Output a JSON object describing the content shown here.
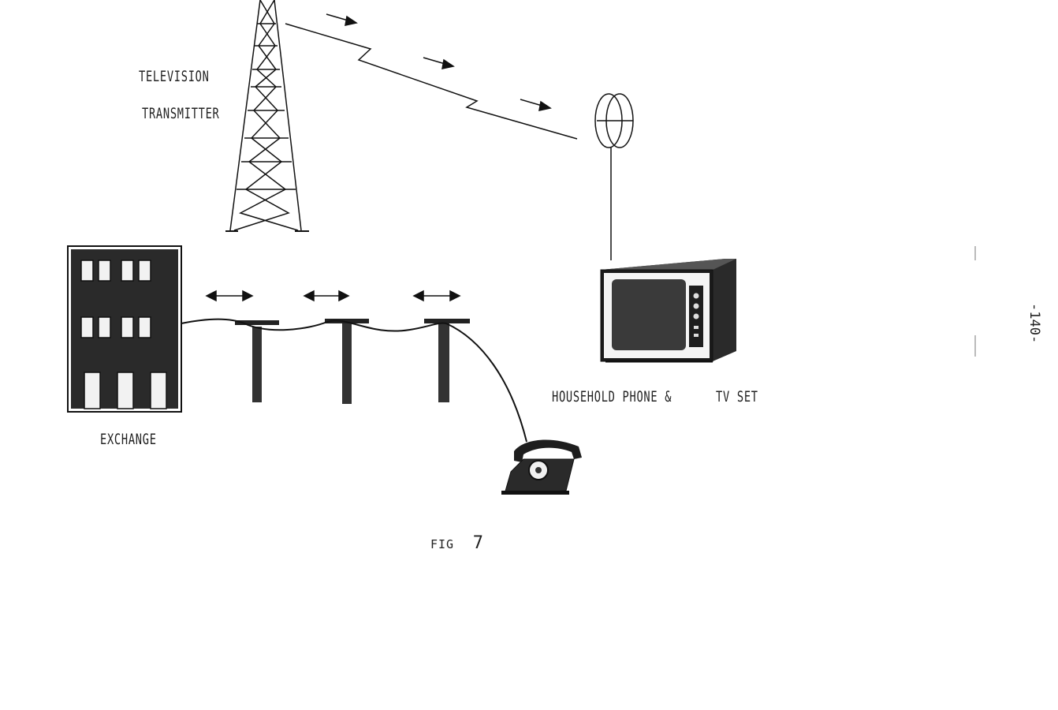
{
  "labels": {
    "transmitter_line1": "TELEVISION",
    "transmitter_line2": "TRANSMITTER",
    "exchange": "EXCHANGE",
    "household": "HOUSEHOLD PHONE &",
    "tv_set": "TV  SET",
    "figure_caption_prefix": "Fig",
    "figure_number": "7",
    "page_number": "-140-"
  },
  "icons": {
    "tower": "transmission-tower-icon",
    "antenna": "antenna-icon",
    "exchange": "building-icon",
    "pole": "telephone-pole-icon",
    "telephone": "telephone-icon",
    "tv": "television-icon"
  }
}
